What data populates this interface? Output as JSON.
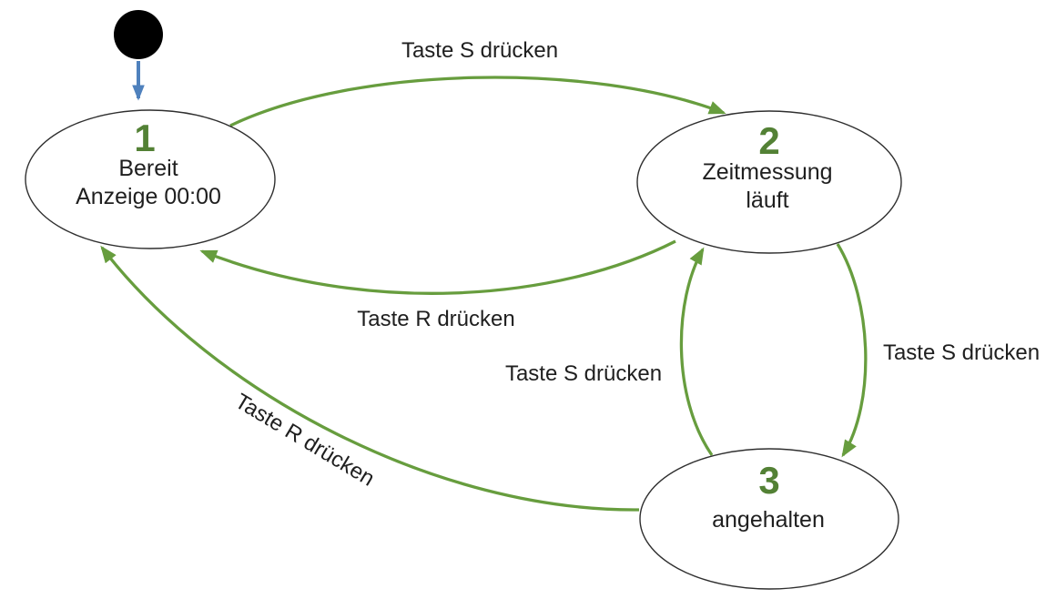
{
  "diagram": {
    "kind": "state-machine",
    "language": "de",
    "colors": {
      "arrow_green": "#679d3e",
      "arrow_blue": "#4f81bd",
      "number_green": "#538135",
      "state_border": "#2f2f2f",
      "label_text": "#1f1f1f",
      "background": "#ffffff",
      "initial_dot": "#000000"
    },
    "initial": {
      "name": "start",
      "shape": "filled-circle"
    },
    "states": [
      {
        "id": "1",
        "number": "1",
        "lines": [
          "Bereit",
          "Anzeige 00:00"
        ]
      },
      {
        "id": "2",
        "number": "2",
        "lines": [
          "Zeitmessung",
          "läuft"
        ]
      },
      {
        "id": "3",
        "number": "3",
        "lines": [
          "angehalten"
        ]
      }
    ],
    "transitions": [
      {
        "from": "start",
        "to": "1",
        "label": ""
      },
      {
        "from": "1",
        "to": "2",
        "label": "Taste S drücken"
      },
      {
        "from": "2",
        "to": "1",
        "label": "Taste R drücken"
      },
      {
        "from": "2",
        "to": "3",
        "label": "Taste S drücken"
      },
      {
        "from": "3",
        "to": "2",
        "label": "Taste S drücken"
      },
      {
        "from": "3",
        "to": "1",
        "label": "Taste R drücken"
      }
    ]
  }
}
